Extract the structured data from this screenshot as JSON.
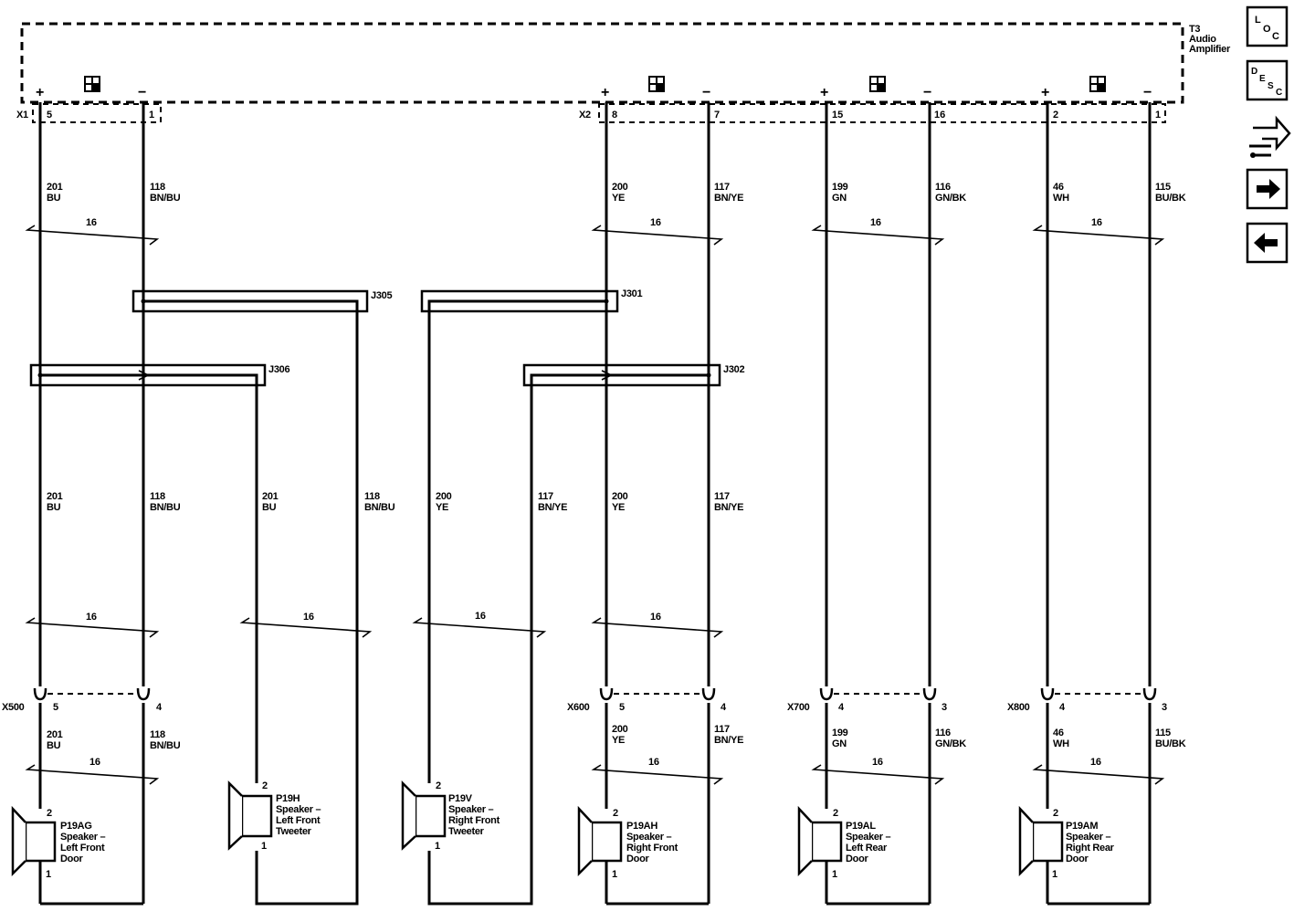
{
  "amplifier": {
    "name_lines": [
      "T3",
      "Audio",
      "Amplifier"
    ]
  },
  "connectors": {
    "x1": "X1",
    "x2": "X2",
    "x500": "X500",
    "x600": "X600",
    "x700": "X700",
    "x800": "X800"
  },
  "polarity": {
    "plus": "+",
    "minus": "−"
  },
  "gauge": "16",
  "splices": {
    "j305": "J305",
    "j301": "J301",
    "j306": "J306",
    "j302": "J302"
  },
  "top_pins": [
    "5",
    "1",
    "8",
    "7",
    "15",
    "16",
    "2",
    "1"
  ],
  "top_wires": [
    {
      "circuit": "201",
      "color": "BU"
    },
    {
      "circuit": "118",
      "color": "BN/BU"
    },
    {
      "circuit": "200",
      "color": "YE"
    },
    {
      "circuit": "117",
      "color": "BN/YE"
    },
    {
      "circuit": "199",
      "color": "GN"
    },
    {
      "circuit": "116",
      "color": "GN/BK"
    },
    {
      "circuit": "46",
      "color": "WH"
    },
    {
      "circuit": "115",
      "color": "BU/BK"
    }
  ],
  "mid_wires": [
    {
      "circuit": "201",
      "color": "BU"
    },
    {
      "circuit": "118",
      "color": "BN/BU"
    },
    {
      "circuit": "201",
      "color": "BU"
    },
    {
      "circuit": "118",
      "color": "BN/BU"
    },
    {
      "circuit": "200",
      "color": "YE"
    },
    {
      "circuit": "117",
      "color": "BN/YE"
    },
    {
      "circuit": "200",
      "color": "YE"
    },
    {
      "circuit": "117",
      "color": "BN/YE"
    }
  ],
  "bottom_pins": [
    "5",
    "4",
    "5",
    "4",
    "4",
    "3",
    "4",
    "3"
  ],
  "bottom_wires": [
    {
      "circuit": "201",
      "color": "BU"
    },
    {
      "circuit": "118",
      "color": "BN/BU"
    },
    {
      "circuit": "200",
      "color": "YE"
    },
    {
      "circuit": "117",
      "color": "BN/YE"
    },
    {
      "circuit": "199",
      "color": "GN"
    },
    {
      "circuit": "116",
      "color": "GN/BK"
    },
    {
      "circuit": "46",
      "color": "WH"
    },
    {
      "circuit": "115",
      "color": "BU/BK"
    }
  ],
  "speakers": [
    {
      "id": "P19AG",
      "lines": [
        "Speaker –",
        "Left Front",
        "Door"
      ],
      "pin_top": "2",
      "pin_bottom": "1"
    },
    {
      "id": "P19H",
      "lines": [
        "Speaker –",
        "Left Front",
        "Tweeter"
      ],
      "pin_top": "2",
      "pin_bottom": "1"
    },
    {
      "id": "P19V",
      "lines": [
        "Speaker –",
        "Right Front",
        "Tweeter"
      ],
      "pin_top": "2",
      "pin_bottom": "1"
    },
    {
      "id": "P19AH",
      "lines": [
        "Speaker –",
        "Right Front",
        "Door"
      ],
      "pin_top": "2",
      "pin_bottom": "1"
    },
    {
      "id": "P19AL",
      "lines": [
        "Speaker –",
        "Left Rear",
        "Door"
      ],
      "pin_top": "2",
      "pin_bottom": "1"
    },
    {
      "id": "P19AM",
      "lines": [
        "Speaker –",
        "Right Rear",
        "Door"
      ],
      "pin_top": "2",
      "pin_bottom": "1"
    }
  ],
  "nav": {
    "loc": {
      "l": "L",
      "o": "O",
      "c": "C"
    },
    "desc": {
      "d": "D",
      "e": "E",
      "s": "S",
      "c": "C"
    }
  }
}
